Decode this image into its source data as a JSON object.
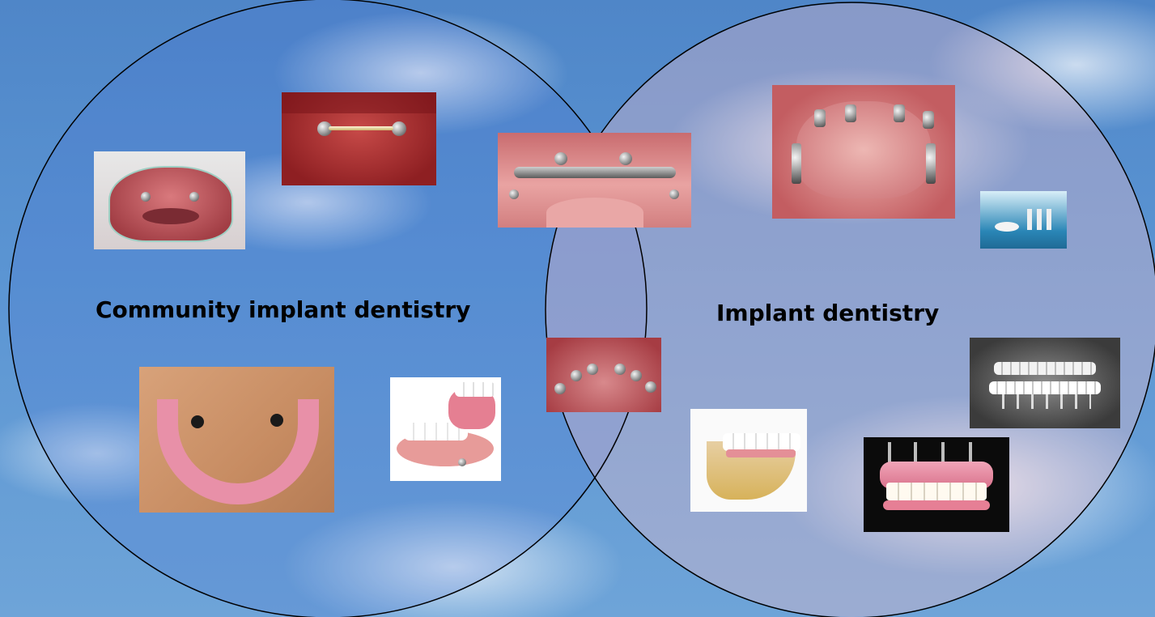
{
  "diagram": {
    "left_label": "Community implant dentistry",
    "right_label": "Implant dentistry",
    "colors": {
      "sky": "#5b95d3",
      "circle_stroke": "#000000",
      "gum_pink": "#c9595a",
      "denture_pink": "#e28aa0"
    }
  },
  "images": [
    {
      "name": "mandibular-bar-photo"
    },
    {
      "name": "retractor-overdenture-photo"
    },
    {
      "name": "maxillary-bar-photo"
    },
    {
      "name": "maxillary-implants-photo"
    },
    {
      "name": "implant-icon-thumbnail"
    },
    {
      "name": "horseshoe-denture-photo"
    },
    {
      "name": "overdenture-illustration"
    },
    {
      "name": "locator-abutments-photo"
    },
    {
      "name": "panoramic-xray"
    },
    {
      "name": "full-arch-bridge-illustration"
    },
    {
      "name": "all-on-six-bridge-photo"
    }
  ]
}
